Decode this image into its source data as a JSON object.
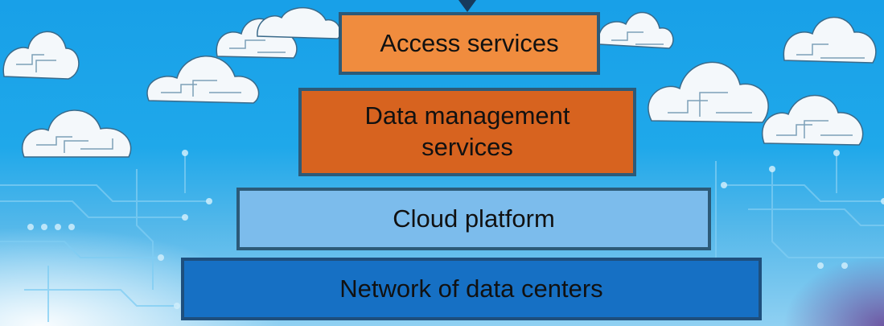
{
  "diagram": {
    "layers": [
      {
        "label": "Access services",
        "color": "#f08c3e"
      },
      {
        "label": "Data management services",
        "color": "#d7631f"
      },
      {
        "label": "Cloud platform",
        "color": "#7cbcec"
      },
      {
        "label": "Network of data centers",
        "color": "#1670c4"
      }
    ],
    "colors": {
      "background": "#1fa8ea",
      "border": "#2c5a78",
      "arrow": "#173a5c"
    }
  }
}
